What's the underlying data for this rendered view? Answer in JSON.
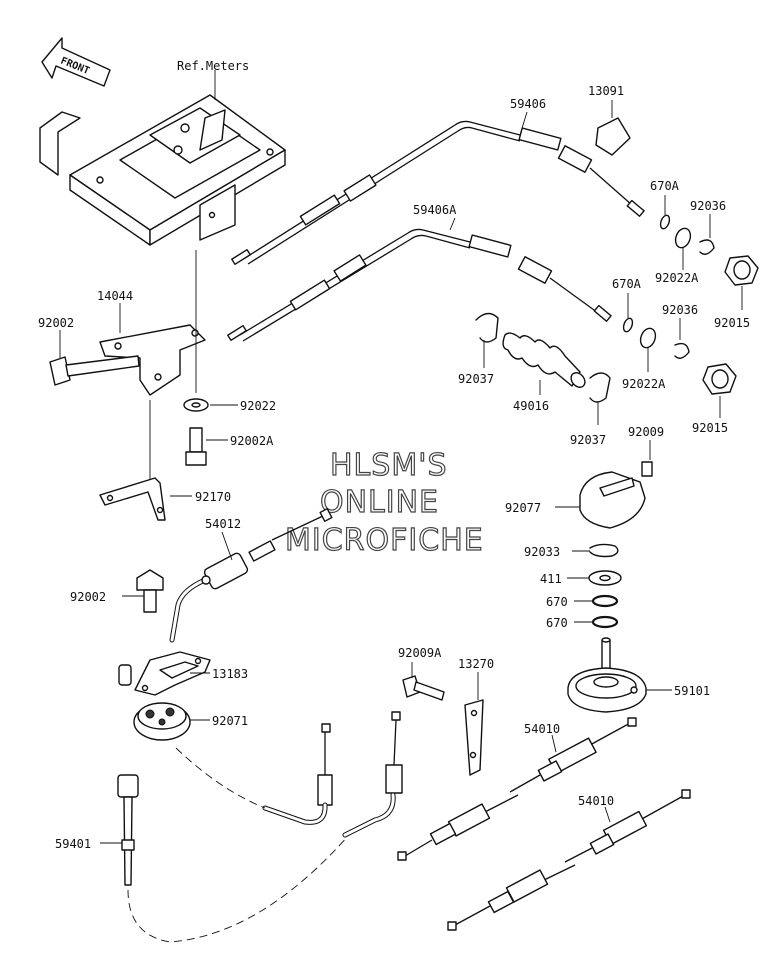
{
  "watermark": {
    "line1": "HLSM'S",
    "line2": "ONLINE",
    "line3": "MICROFICHE"
  },
  "front_arrow": {
    "label": "FRONT"
  },
  "ref_label": "Ref.Meters",
  "parts": {
    "p13091": "13091",
    "p59406": "59406",
    "p59406A": "59406A",
    "p670A_1": "670A",
    "p670A_2": "670A",
    "p92036_1": "92036",
    "p92036_2": "92036",
    "p92022A_1": "92022A",
    "p92022A_2": "92022A",
    "p92015_1": "92015",
    "p92015_2": "92015",
    "p14044": "14044",
    "p92002_1": "92002",
    "p92022": "92022",
    "p92002A": "92002A",
    "p92170": "92170",
    "p92037_1": "92037",
    "p49016": "49016",
    "p92037_2": "92037",
    "p92009": "92009",
    "p92077": "92077",
    "p54012": "54012",
    "p92033": "92033",
    "p411": "411",
    "p670_1": "670",
    "p670_2": "670",
    "p92002_2": "92002",
    "p92009A": "92009A",
    "p13270": "13270",
    "p13183": "13183",
    "p59101": "59101",
    "p92071": "92071",
    "p54010_1": "54010",
    "p54010_2": "54010",
    "p59401": "59401"
  }
}
